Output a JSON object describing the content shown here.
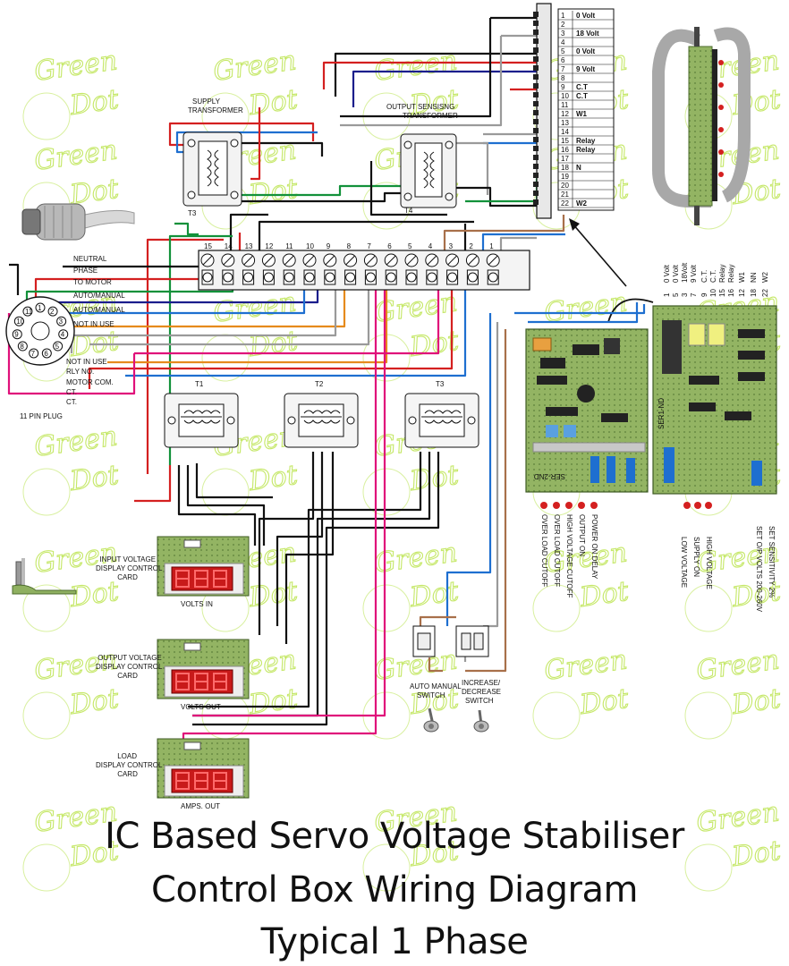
{
  "title_lines": [
    "IC Based Servo Voltage Stabiliser",
    "Control Box Wiring Diagram",
    "Typical 1 Phase"
  ],
  "watermark": {
    "word1": "Green",
    "word2": "Dot"
  },
  "transformers": {
    "supply": "SUPPLY TRANSFORMER",
    "output_sensing": "OUTPUT SENSISNG TRANSFORMER",
    "t3_small": "T3",
    "t4_small": "T4",
    "t1": "T1",
    "t2": "T2",
    "t3": "T3"
  },
  "terminal_numbers": [
    "15",
    "14",
    "13",
    "12",
    "11",
    "10",
    "9",
    "8",
    "7",
    "6",
    "5",
    "4",
    "3",
    "2",
    "1"
  ],
  "connector_rows": [
    {
      "num": "1",
      "label": "0 Volt"
    },
    {
      "num": "2",
      "label": ""
    },
    {
      "num": "3",
      "label": "18 Volt"
    },
    {
      "num": "4",
      "label": ""
    },
    {
      "num": "5",
      "label": "0 Volt"
    },
    {
      "num": "6",
      "label": ""
    },
    {
      "num": "7",
      "label": "9 Volt"
    },
    {
      "num": "8",
      "label": ""
    },
    {
      "num": "9",
      "label": "C.T"
    },
    {
      "num": "10",
      "label": "C.T"
    },
    {
      "num": "11",
      "label": ""
    },
    {
      "num": "12",
      "label": "W1"
    },
    {
      "num": "13",
      "label": ""
    },
    {
      "num": "14",
      "label": ""
    },
    {
      "num": "15",
      "label": "Relay"
    },
    {
      "num": "16",
      "label": "Relay"
    },
    {
      "num": "17",
      "label": ""
    },
    {
      "num": "18",
      "label": "N"
    },
    {
      "num": "19",
      "label": ""
    },
    {
      "num": "20",
      "label": ""
    },
    {
      "num": "21",
      "label": ""
    },
    {
      "num": "22",
      "label": "W2"
    }
  ],
  "plug_wires": [
    "NEUTRAL",
    "PHASE",
    "TO MOTOR",
    "AUTO/MANUAL",
    "AUTO/MANUAL",
    "NOT IN USE",
    "NOT IN USE",
    "RLY NO.",
    "MOTOR COM.",
    "CT.",
    "CT."
  ],
  "plug_label": "11 PIN PLUG",
  "plug_pins": [
    "1",
    "2",
    "3",
    "4",
    "5",
    "6",
    "7",
    "8",
    "9",
    "10",
    "11"
  ],
  "displays": [
    {
      "caption": [
        "INPUT VOLTAGE",
        "DISPLAY CONTROL",
        "CARD"
      ],
      "under": "VOLTS IN"
    },
    {
      "caption": [
        "OUTPUT VOLTAGE",
        "DISPLAY CONTROL",
        "CARD"
      ],
      "under": "VOLTS OUT"
    },
    {
      "caption": [
        "LOAD",
        "DISPLAY CONTROL",
        "CARD"
      ],
      "under": "AMPS. OUT"
    }
  ],
  "switches": {
    "auto_manual": [
      "AUTO MANUAL",
      "SWITCH"
    ],
    "increase_decrease": [
      "INCREASE/",
      "DECREASE",
      "SWITCH"
    ]
  },
  "board_labels": {
    "left_board": "SER-2ND",
    "right_board": "SER1-ND"
  },
  "led_labels_left": [
    "OVER LOAD CUTOFF",
    "OVER LOAD CUTOFF",
    "HIGH VOLTAGE CUTOFF",
    "OUTPUT ON",
    "POWER ON DELAY"
  ],
  "led_labels_right": [
    "LOW VOLTAGE",
    "SUPPLY ON",
    "HIGH VOLTAGE"
  ],
  "sensitivity_labels": [
    "SET O/P VOLTS 200-260V",
    "SET SENSITIVITY 2%"
  ],
  "board_pin_labels": [
    "0 Volt",
    "0 Volt",
    "18Volt",
    "9 Volt",
    "C.T.",
    "C.T.",
    "Relay",
    "Relay",
    "W1",
    "NN",
    "W2"
  ],
  "board_pin_numbers": [
    "1",
    "5",
    "3",
    "7",
    "9",
    "10",
    "15",
    "16",
    "12",
    "18",
    "22"
  ],
  "colors": {
    "red": "#d42020",
    "blue": "#1e6fd0",
    "green": "#12913a",
    "black": "#111111",
    "gray": "#9a9a9a",
    "brown": "#a8704a",
    "orange": "#e68a1c",
    "magenta": "#e0107a",
    "navy": "#1b1e8c",
    "pcb": "#8fb060",
    "watermark": "#c6e86a"
  },
  "icons": [
    "terminal-block-icon",
    "transformer-icon",
    "ribbon-cable-icon",
    "toggle-switch-icon",
    "connector-icon",
    "pcb-icon",
    "display-icon",
    "plug-icon"
  ]
}
